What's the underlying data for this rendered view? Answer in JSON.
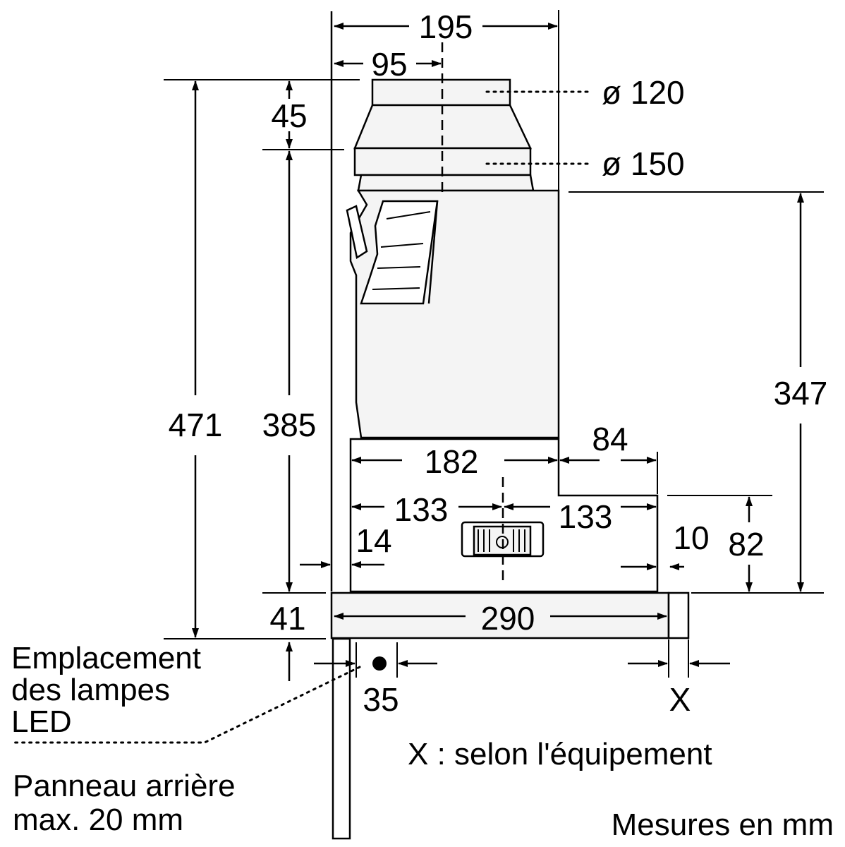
{
  "dimensions": {
    "total_width": "195",
    "half_width": "95",
    "top_collar": "45",
    "diameter_small": "ø 120",
    "diameter_large": "ø 150",
    "total_height": "471",
    "height_385": "385",
    "height_347": "347",
    "drawer_depth": "182",
    "offset_84": "84",
    "left_133": "133",
    "right_133": "133",
    "gap_14": "14",
    "gap_10": "10",
    "height_82": "82",
    "panel_41": "41",
    "width_290": "290",
    "gap_35": "35",
    "x_label": "X"
  },
  "notes": {
    "led_line1": "Emplacement",
    "led_line2": "des lampes",
    "led_line3": "LED",
    "x_note": "X : selon l'équipement",
    "panel_line1": "Panneau arrière",
    "panel_line2": "max. 20 mm",
    "units": "Mesures en mm"
  }
}
